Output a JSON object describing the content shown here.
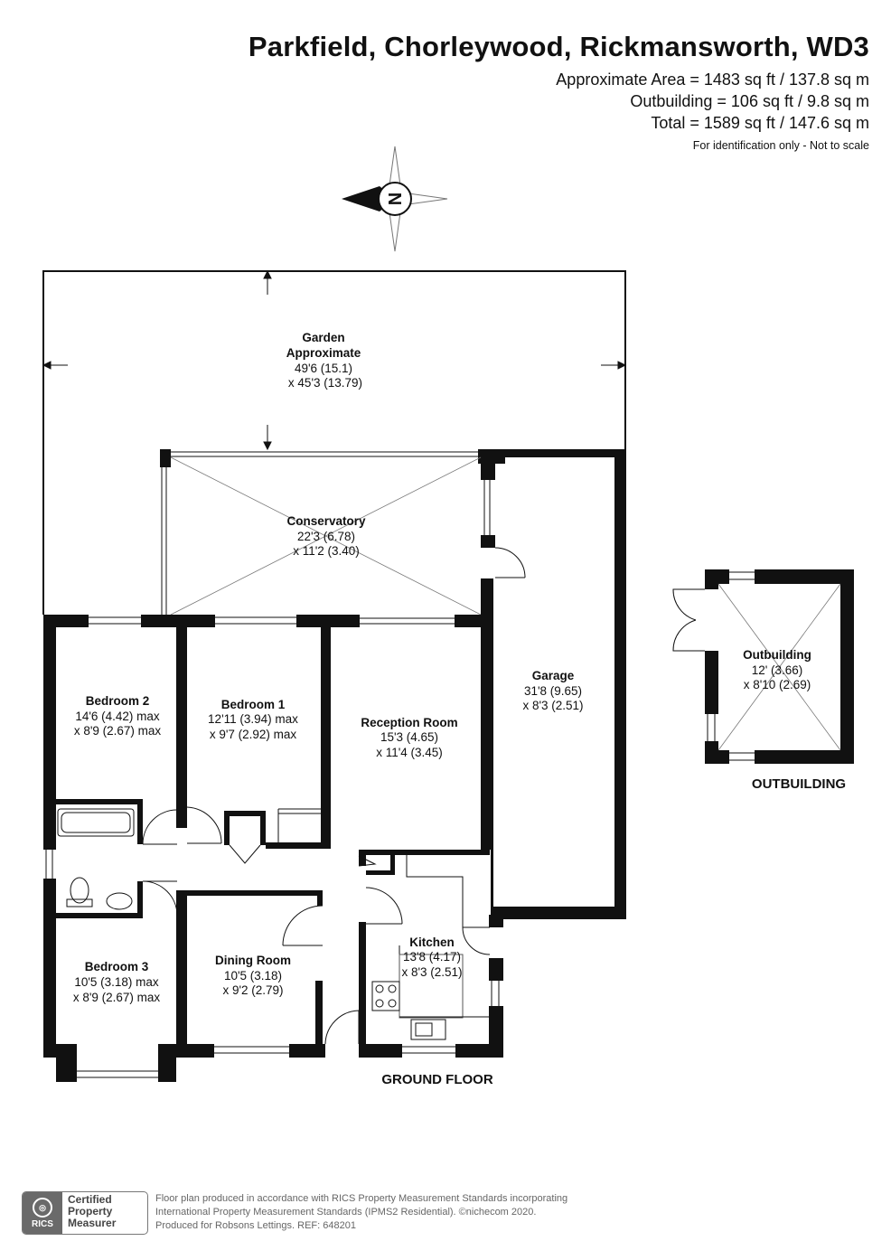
{
  "header": {
    "title": "Parkfield, Chorleywood, Rickmansworth, WD3",
    "area_main": "Approximate Area = 1483 sq ft / 137.8 sq m",
    "area_outbuilding": "Outbuilding = 106 sq ft / 9.8 sq m",
    "area_total": "Total = 1589 sq ft / 147.6 sq m",
    "disclaimer": "For identification only - Not to scale"
  },
  "compass": {
    "label": "N"
  },
  "rooms": {
    "garden": {
      "name1": "Garden",
      "name2": "Approximate",
      "dim1": "49'6 (15.1)",
      "dim2": "x 45'3 (13.79)"
    },
    "conservatory": {
      "name": "Conservatory",
      "dim1": "22'3 (6.78)",
      "dim2": "x 11'2 (3.40)"
    },
    "garage": {
      "name": "Garage",
      "dim1": "31'8 (9.65)",
      "dim2": "x 8'3 (2.51)"
    },
    "bedroom2": {
      "name": "Bedroom 2",
      "dim1": "14'6 (4.42) max",
      "dim2": "x 8'9 (2.67) max"
    },
    "bedroom1": {
      "name": "Bedroom 1",
      "dim1": "12'11 (3.94) max",
      "dim2": "x 9'7 (2.92) max"
    },
    "reception": {
      "name": "Reception Room",
      "dim1": "15'3 (4.65)",
      "dim2": "x 11'4 (3.45)"
    },
    "kitchen": {
      "name": "Kitchen",
      "dim1": "13'8 (4.17)",
      "dim2": "x 8'3 (2.51)"
    },
    "bedroom3": {
      "name": "Bedroom 3",
      "dim1": "10'5 (3.18) max",
      "dim2": "x 8'9 (2.67) max"
    },
    "dining": {
      "name": "Dining Room",
      "dim1": "10'5 (3.18)",
      "dim2": "x 9'2 (2.79)"
    },
    "outbuilding": {
      "name": "Outbuilding",
      "dim1": "12' (3.66)",
      "dim2": "x 8'10 (2.69)"
    }
  },
  "labels": {
    "ground_floor": "GROUND FLOOR",
    "outbuilding_floor": "OUTBUILDING"
  },
  "footer": {
    "logo_mark": "RICS",
    "logo_line1": "Certified",
    "logo_line2": "Property",
    "logo_line3": "Measurer",
    "note1": "Floor plan produced in accordance with RICS Property Measurement Standards incorporating",
    "note2": "International Property Measurement Standards (IPMS2 Residential).  ©nichecom 2020.",
    "note3": "Produced for Robsons Lettings.   REF: 648201"
  }
}
